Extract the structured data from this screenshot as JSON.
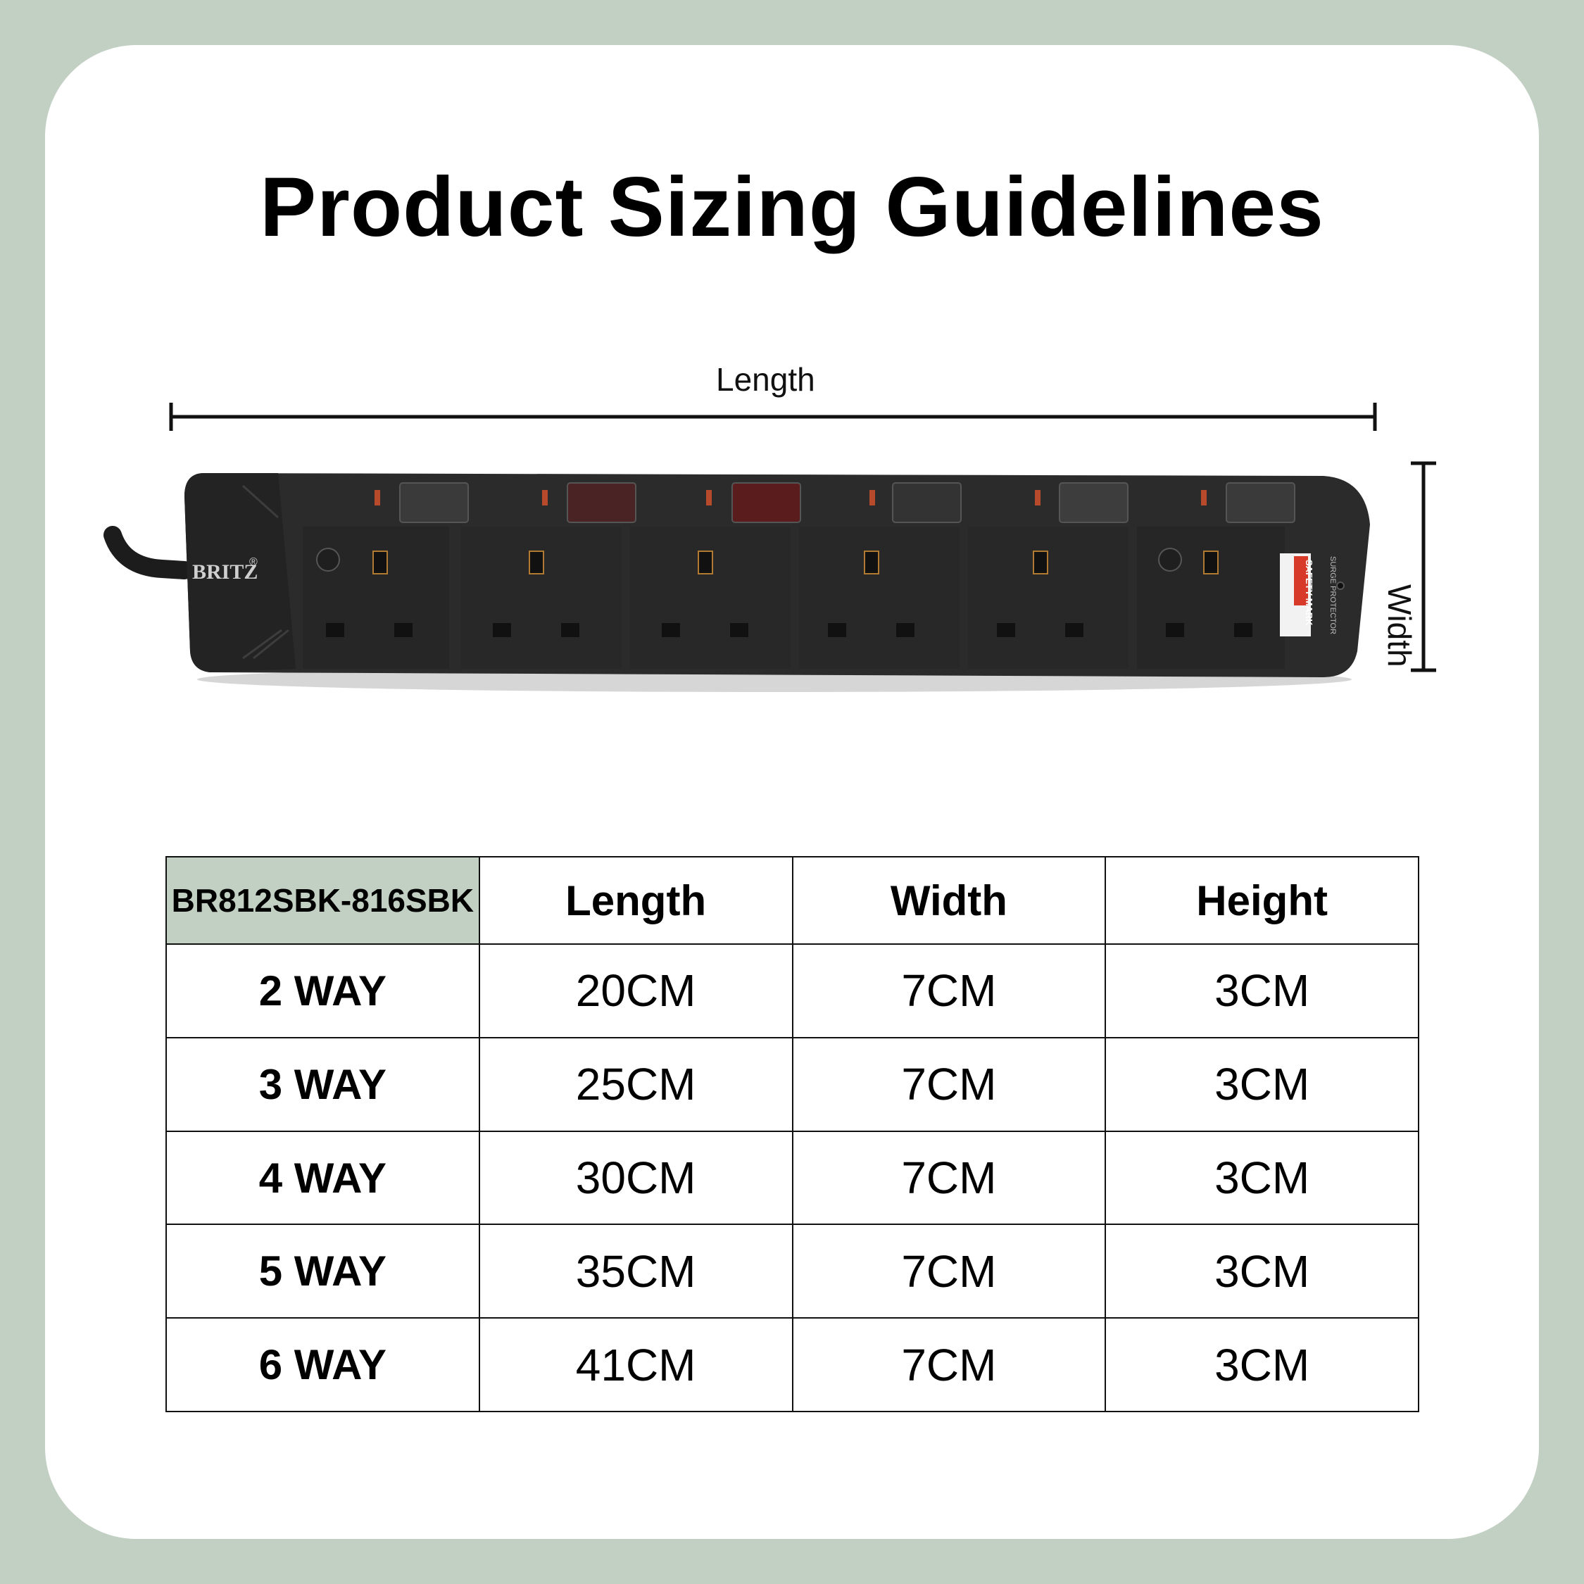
{
  "title": "Product Sizing Guidelines",
  "dimensions": {
    "length_label": "Length",
    "width_label": "Width"
  },
  "product": {
    "brand": "BRITZ",
    "brand_mark": "®",
    "outlets": 6,
    "label_text": "SAFETY MARK",
    "surge_text": "SURGE PROTECTOR"
  },
  "table": {
    "model_header": "BR812SBK-816SBK",
    "headers": [
      "Length",
      "Width",
      "Height"
    ],
    "rows": [
      {
        "way": "2 WAY",
        "length": "20CM",
        "width": "7CM",
        "height": "3CM"
      },
      {
        "way": "3 WAY",
        "length": "25CM",
        "width": "7CM",
        "height": "3CM"
      },
      {
        "way": "4 WAY",
        "length": "30CM",
        "width": "7CM",
        "height": "3CM"
      },
      {
        "way": "5 WAY",
        "length": "35CM",
        "width": "7CM",
        "height": "3CM"
      },
      {
        "way": "6 WAY",
        "length": "41CM",
        "width": "7CM",
        "height": "3CM"
      }
    ]
  },
  "colors": {
    "background": "#c2cfc3",
    "card": "#ffffff",
    "header_cell": "#c2cfc3",
    "strip_body": "#2b2b2b"
  }
}
